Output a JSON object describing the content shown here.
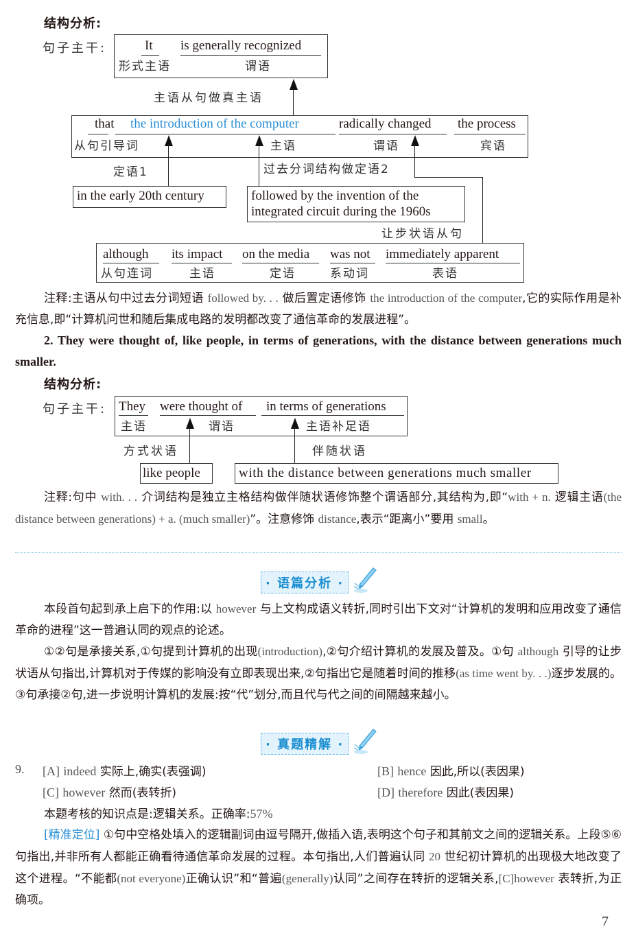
{
  "section1": {
    "structure_heading": "结构分析:",
    "main_label": "句子主干:",
    "main_clause": {
      "words": [
        {
          "text": "It",
          "role": "形式主语"
        },
        {
          "text": "is generally recognized",
          "role": "谓语"
        }
      ]
    },
    "link_label": "主语从句做真主语",
    "subject_clause": {
      "words": [
        {
          "text": "that",
          "role": "从句引导词"
        },
        {
          "text": "the introduction of the computer",
          "role": "主语",
          "color": "#2b8fd4"
        },
        {
          "text": "radically changed",
          "role": "谓语"
        },
        {
          "text": "the process",
          "role": "宾语"
        }
      ]
    },
    "attr1_label": "定语1",
    "attr1_box": "in the early 20th century",
    "attr2_label": "过去分词结构做定语2",
    "attr2_box_line1": "followed by the invention of the",
    "attr2_box_line2": "integrated circuit during the 1960s",
    "concession_label": "让步状语从句",
    "concession_clause": {
      "words": [
        {
          "text": "although",
          "role": "从句连词"
        },
        {
          "text": "its impact",
          "role": "主语"
        },
        {
          "text": "on the media",
          "role": "定语"
        },
        {
          "text": "was not",
          "role": "系动词"
        },
        {
          "text": "immediately apparent",
          "role": "表语"
        }
      ]
    },
    "note": {
      "prefix": "注释:主语从句中过去分词短语 ",
      "en1": "followed by. . .",
      "mid": " 做后置定语修饰 ",
      "en2": "the introduction of the computer",
      "suffix": ",它的实际作用是补充信息,即“计算机问世和随后集成电路的发明都改变了通信革命的发展进程”。"
    }
  },
  "section2": {
    "sentence": "2. They were thought of, like people, in terms of generations, with the distance between generations much smaller.",
    "structure_heading": "结构分析:",
    "main_label": "句子主干:",
    "main_clause": {
      "words": [
        {
          "text": "They",
          "role": "主语"
        },
        {
          "text": "were thought of",
          "role": "谓语"
        },
        {
          "text": "in terms of generations",
          "role": "主语补足语"
        }
      ]
    },
    "manner_label": "方式状语",
    "manner_box": "like people",
    "accompany_label": "伴随状语",
    "accompany_box": "with the distance between generations much smaller",
    "note": {
      "p1": "注释:句中 ",
      "e1": "with. . .",
      "p2": " 介词结构是独立主格结构做伴随状语修饰整个谓语部分,其结构为,即“",
      "e2": "with + n.",
      "p3": " 逻辑主语",
      "e3": "(the distance between generations) + a. (much smaller)",
      "p4": "”。注意修饰 ",
      "e4": "distance",
      "p5": ",表示“距离小”要用 ",
      "e5": "small",
      "p6": "。"
    }
  },
  "discourse": {
    "tag": "· 语篇分析 ·",
    "para1": {
      "a": "本段首句起到承上启下的作用:以 ",
      "e": "however",
      "b": " 与上文构成语义转折,同时引出下文对“计算机的发明和应用改变了通信革命的进程”这一普遍认同的观点的论述。"
    },
    "para2": {
      "a": "①②句是承接关系,①句提到计算机的出现",
      "e1": "(introduction)",
      "b": ",②句介绍计算机的发展及普及。①句 ",
      "e2": "although",
      "c": " 引导的让步状语从句指出,计算机对于传媒的影响没有立即表现出来,②句指出它是随着时间的推移",
      "e3": "(as time went by. . .)",
      "d": "逐步发展的。③句承接②句,进一步说明计算机的发展:按“代”划分,而且代与代之间的间隔越来越小。"
    }
  },
  "exam": {
    "tag": "· 真题精解 ·",
    "question_number": "9.",
    "options": [
      {
        "letter": "[A]",
        "word": "indeed",
        "meaning": "实际上,确实(表强调)"
      },
      {
        "letter": "[B]",
        "word": "hence",
        "meaning": "因此,所以(表因果)"
      },
      {
        "letter": "[C]",
        "word": "however",
        "meaning": "然而(表转折)"
      },
      {
        "letter": "[D]",
        "word": "therefore",
        "meaning": "因此(表因果)"
      }
    ],
    "knowledge_point": "本题考核的知识点是:逻辑关系。正确率:",
    "accuracy": "57%",
    "locate_tag": "[精准定位]",
    "explanation": {
      "a": " ①句中空格处填入的逻辑副词由逗号隔开,做插入语,表明这个句子和其前文之间的逻辑关系。上段⑤⑥句指出,并非所有人都能正确看待通信革命发展的过程。本句指出,人们普遍认同 ",
      "e1": "20",
      "b": " 世纪初计算机的出现极大地改变了这个进程。“不能都",
      "e2": "(not everyone)",
      "c": "正确认识”和“普遍",
      "e3": "(generally)",
      "d": "认同”之间存在转折的逻辑关系,",
      "e4": "[C]however",
      "f": " 表转折,为正确项。"
    }
  },
  "page_number": "7",
  "colors": {
    "accent_blue": "#2b8fd4",
    "tag_background": "#e3f3fc",
    "tag_border": "#5fb9e6",
    "text": "#231815"
  }
}
